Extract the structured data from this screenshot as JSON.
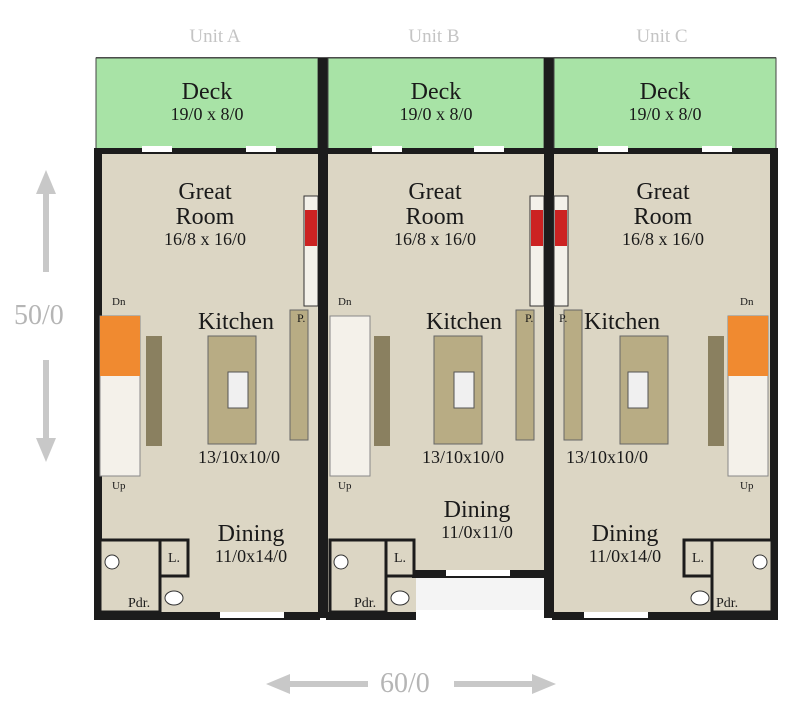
{
  "units": [
    {
      "title": "Unit A",
      "deck": {
        "name": "Deck",
        "size": "19/0 x 8/0"
      },
      "great_room": {
        "name_line1": "Great",
        "name_line2": "Room",
        "size": "16/8 x 16/0"
      },
      "kitchen": {
        "name": "Kitchen",
        "size": "13/10x10/0"
      },
      "dining": {
        "name": "Dining",
        "size": "11/0x14/0"
      },
      "stair_dn": "Dn",
      "stair_up": "Up",
      "laundry": "L.",
      "powder": "Pdr.",
      "pantry": "P."
    },
    {
      "title": "Unit B",
      "deck": {
        "name": "Deck",
        "size": "19/0 x 8/0"
      },
      "great_room": {
        "name_line1": "Great",
        "name_line2": "Room",
        "size": "16/8 x 16/0"
      },
      "kitchen": {
        "name": "Kitchen",
        "size": "13/10x10/0"
      },
      "dining": {
        "name": "Dining",
        "size": "11/0x11/0"
      },
      "stair_dn": "Dn",
      "stair_up": "Up",
      "laundry": "L.",
      "powder": "Pdr.",
      "pantry": "P."
    },
    {
      "title": "Unit C",
      "deck": {
        "name": "Deck",
        "size": "19/0 x 8/0"
      },
      "great_room": {
        "name_line1": "Great",
        "name_line2": "Room",
        "size": "16/8 x 16/0"
      },
      "kitchen": {
        "name": "Kitchen",
        "size": "13/10x10/0"
      },
      "dining": {
        "name": "Dining",
        "size": "11/0x14/0"
      },
      "stair_dn": "Dn",
      "stair_up": "Up",
      "laundry": "L.",
      "powder": "Pdr.",
      "pantry": "P."
    }
  ],
  "dimensions": {
    "depth": "50/0",
    "width": "60/0"
  },
  "colors": {
    "floor": "#dcd6c4",
    "deck": "#a8e3a6",
    "wall": "#1c1c1c",
    "stair_orange": "#f08a30",
    "counter": "#b8ac84",
    "dim_gray": "#b5b5b5"
  }
}
